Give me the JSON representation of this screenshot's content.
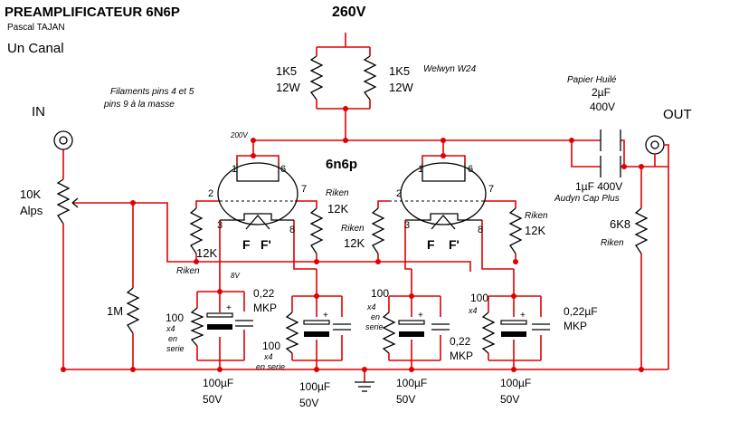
{
  "title": "PREAMPLIFICATEUR 6N6P",
  "author": "Pascal TAJAN",
  "channel": "Un Canal",
  "supply": "260V",
  "tube": "6n6p",
  "input": "IN",
  "output": "OUT",
  "notes": {
    "filaments_line1": "Filaments pins 4 et 5",
    "filaments_line2": "pins 9 à la masse",
    "welwyn": "Welwyn W24",
    "v200": "200V",
    "v8": "8V",
    "paper_line1": "Papier Huilé",
    "paper_line2": "2µF",
    "paper_line3": "400V",
    "audyn_line1": "1µF 400V",
    "audyn_line2": "Audyn Cap Plus"
  },
  "resistors": {
    "anode_l_val": "1K5",
    "anode_l_w": "12W",
    "anode_r_val": "1K5",
    "anode_r_w": "12W",
    "pot_val": "10K",
    "pot_brand": "Alps",
    "grid": "1M",
    "riken": "Riken",
    "k12": "12K",
    "out_val": "6K8",
    "out_brand": "Riken"
  },
  "tube_pins": {
    "p1": "1",
    "p2": "2",
    "p3": "3",
    "p6": "6",
    "p7": "7",
    "p8": "8",
    "f": "F",
    "fp": "F'"
  },
  "bias_cells": {
    "r100": "100",
    "x4": "x4",
    "en": "en",
    "serie": "serie",
    "en_serie": "en serie",
    "c022": "0,22",
    "c022uf": "0,22µF",
    "mkp": "MKP",
    "cap100": "100µF",
    "v50": "50V"
  }
}
